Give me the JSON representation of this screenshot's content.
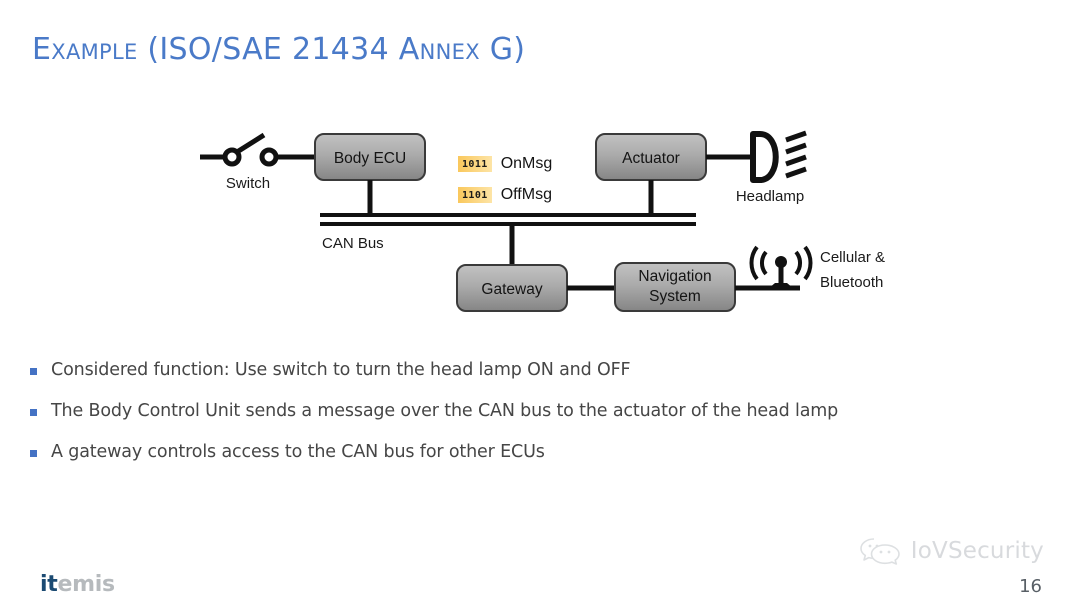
{
  "slide": {
    "title": "Example (ISO/SAE 21434 Annex G)",
    "page_number": "16",
    "title_color": "#4a7ac8",
    "bullet_color": "#4472c4"
  },
  "diagram": {
    "nodes": {
      "switch_label": "Switch",
      "body_ecu": "Body ECU",
      "actuator": "Actuator",
      "headlamp_label": "Headlamp",
      "gateway": "Gateway",
      "navigation_line1": "Navigation",
      "navigation_line2": "System",
      "can_bus_label": "CAN Bus",
      "cellular_line1": "Cellular &",
      "cellular_line2": "Bluetooth"
    },
    "messages": [
      {
        "code": "1011",
        "name": "OnMsg"
      },
      {
        "code": "1101",
        "name": "OffMsg"
      }
    ],
    "colors": {
      "box_gradient_top": "#bdbdbd",
      "box_gradient_bottom": "#8c8c8c",
      "box_border": "#3a3a3a",
      "line": "#111111",
      "code_highlight": "#fac85c"
    }
  },
  "bullets": [
    "Considered function: Use switch to turn the head lamp ON and OFF",
    "The Body Control Unit sends a message over the CAN bus to the actuator of the head lamp",
    "A gateway controls access to the CAN bus for other ECUs"
  ],
  "footer": {
    "logo_part1": "it",
    "logo_part2": "emis",
    "watermark_text": "IoVSecurity"
  }
}
